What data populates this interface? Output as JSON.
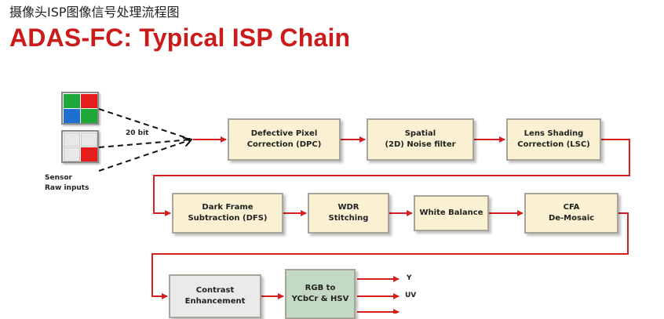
{
  "caption": "摄像头ISP图像信号处理流程图",
  "title": "ADAS-FC: Typical ISP Chain",
  "input": {
    "bit_label": "20 bit",
    "sensor_label": "Sensor\nRaw inputs"
  },
  "stages": {
    "dpc": "Defective Pixel\nCorrection (DPC)",
    "noise": "Spatial\n(2D) Noise filter",
    "lsc": "Lens Shading\nCorrection (LSC)",
    "dfs": "Dark  Frame\nSubtraction (DFS)",
    "wdr": "WDR\nStitching",
    "wb": "White Balance",
    "cfa": "CFA\nDe-Mosaic",
    "contrast": "Contrast\nEnhancement",
    "rgb": "RGB to\nYCbCr & HSV"
  },
  "outputs": [
    "Y",
    "UV"
  ],
  "colors": {
    "title": "#cc1b1b",
    "wire": "#d62020",
    "stage_fill": "#faf0d2",
    "stage_grey": "#eaeaea",
    "stage_green": "#c3d9c4",
    "bayer_green": "#1fa83a",
    "bayer_red": "#e51d1d",
    "bayer_blue": "#1f6fd0"
  }
}
